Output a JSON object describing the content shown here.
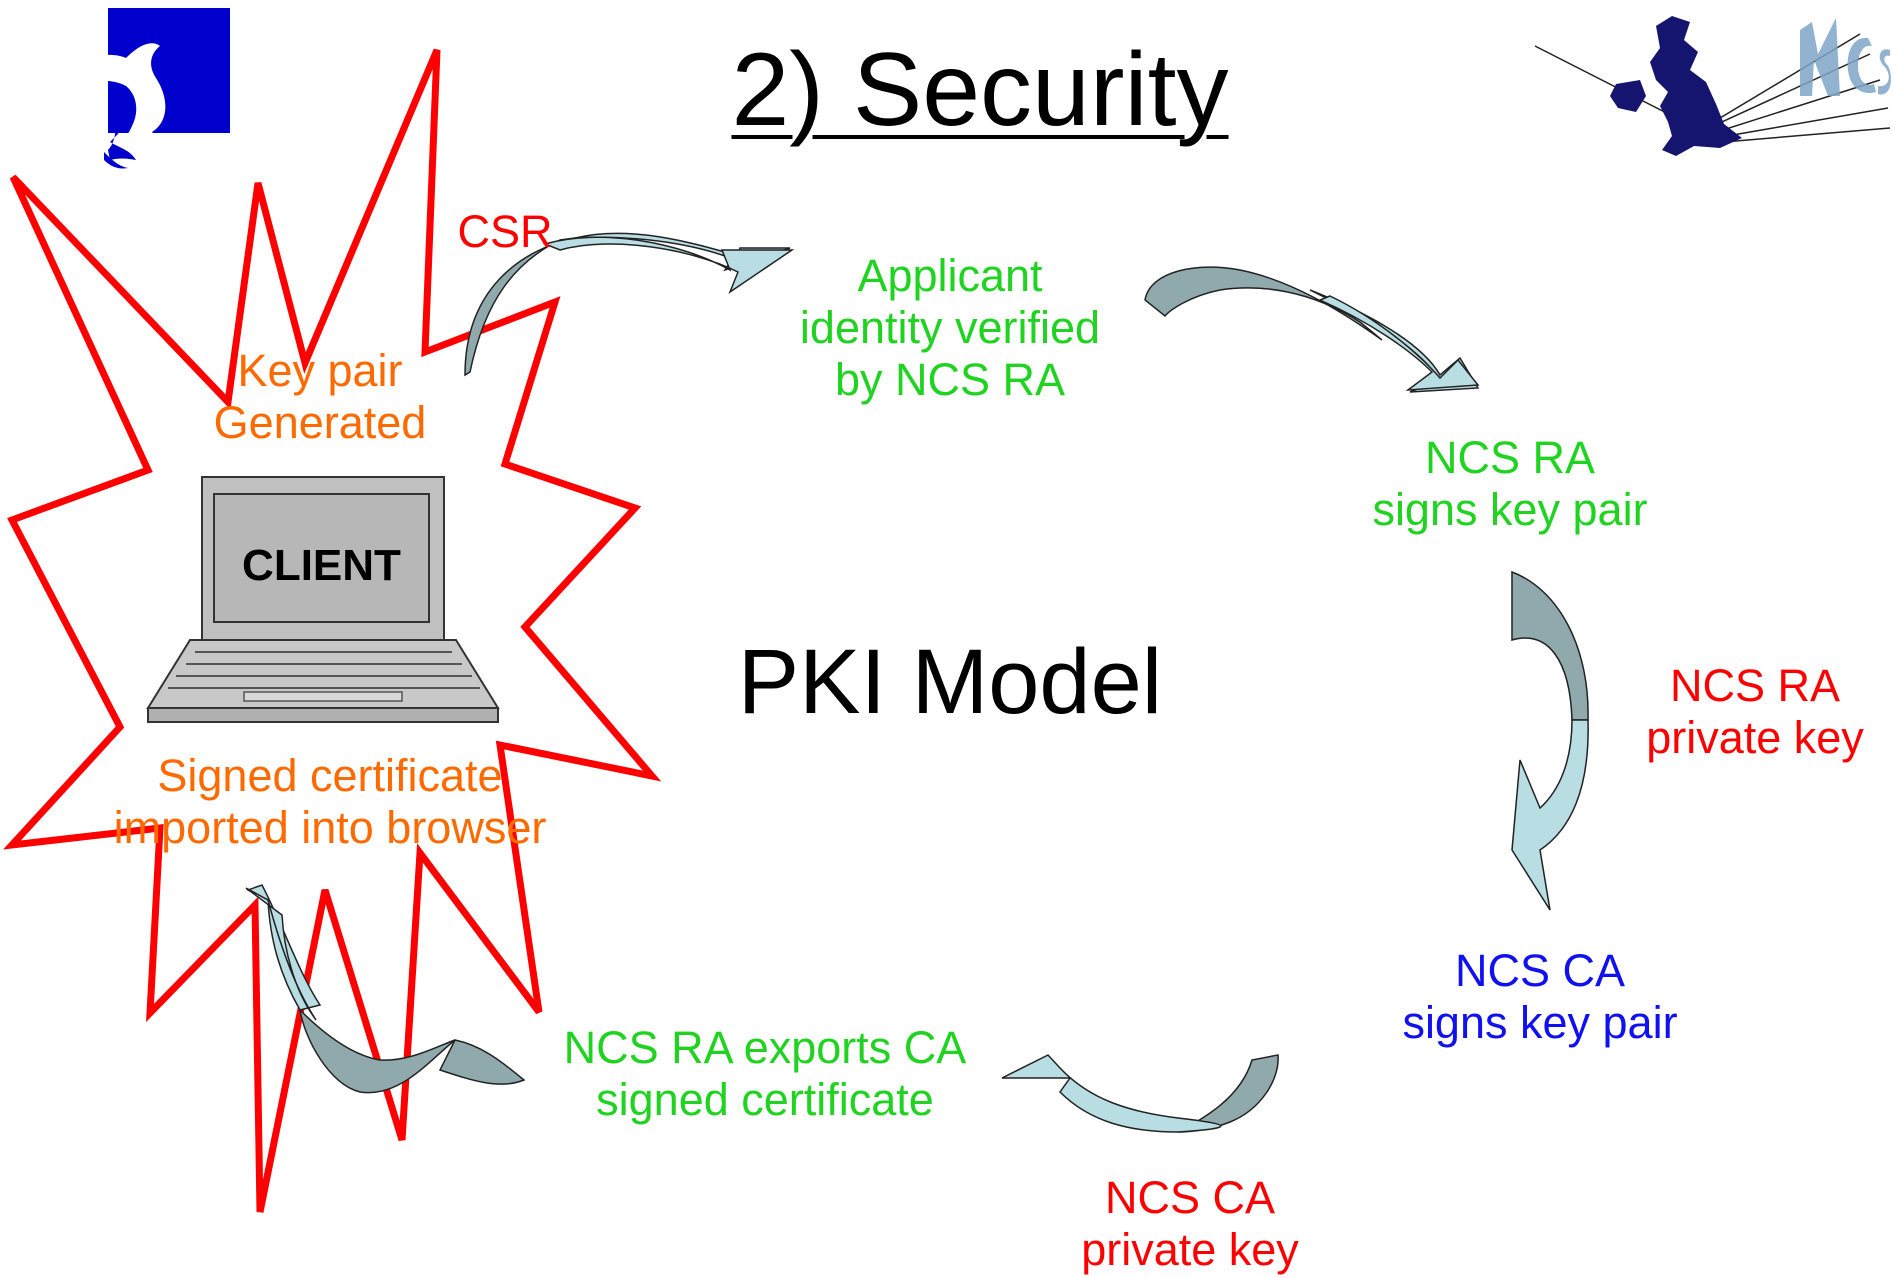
{
  "title": "2) Security",
  "model_label": "PKI Model",
  "client_label": "CLIENT",
  "logos": {
    "left": "dolphin-logo",
    "right": "ncs-uk-map-logo"
  },
  "colors": {
    "flow_step": "#21d321",
    "private_key": "#ff0000",
    "client_step": "#ff6a00",
    "ca_step": "#1010f0",
    "burst_outline": "#ff0000",
    "arrow_fill_light": "#b8dde3",
    "arrow_fill_dark": "#8fa9ad"
  },
  "labels": {
    "csr": "CSR",
    "key_pair_generated": "Key pair\nGenerated",
    "applicant_verified": "Applicant\nidentity verified\nby NCS RA",
    "ra_signs": "NCS RA\nsigns key pair",
    "ra_private_key": "NCS RA\nprivate key",
    "ca_signs": "NCS CA\nsigns key pair",
    "ca_private_key": "NCS CA\nprivate key",
    "ra_exports": "NCS RA exports CA\nsigned certificate",
    "signed_imported": "Signed certificate\nimported into browser"
  }
}
